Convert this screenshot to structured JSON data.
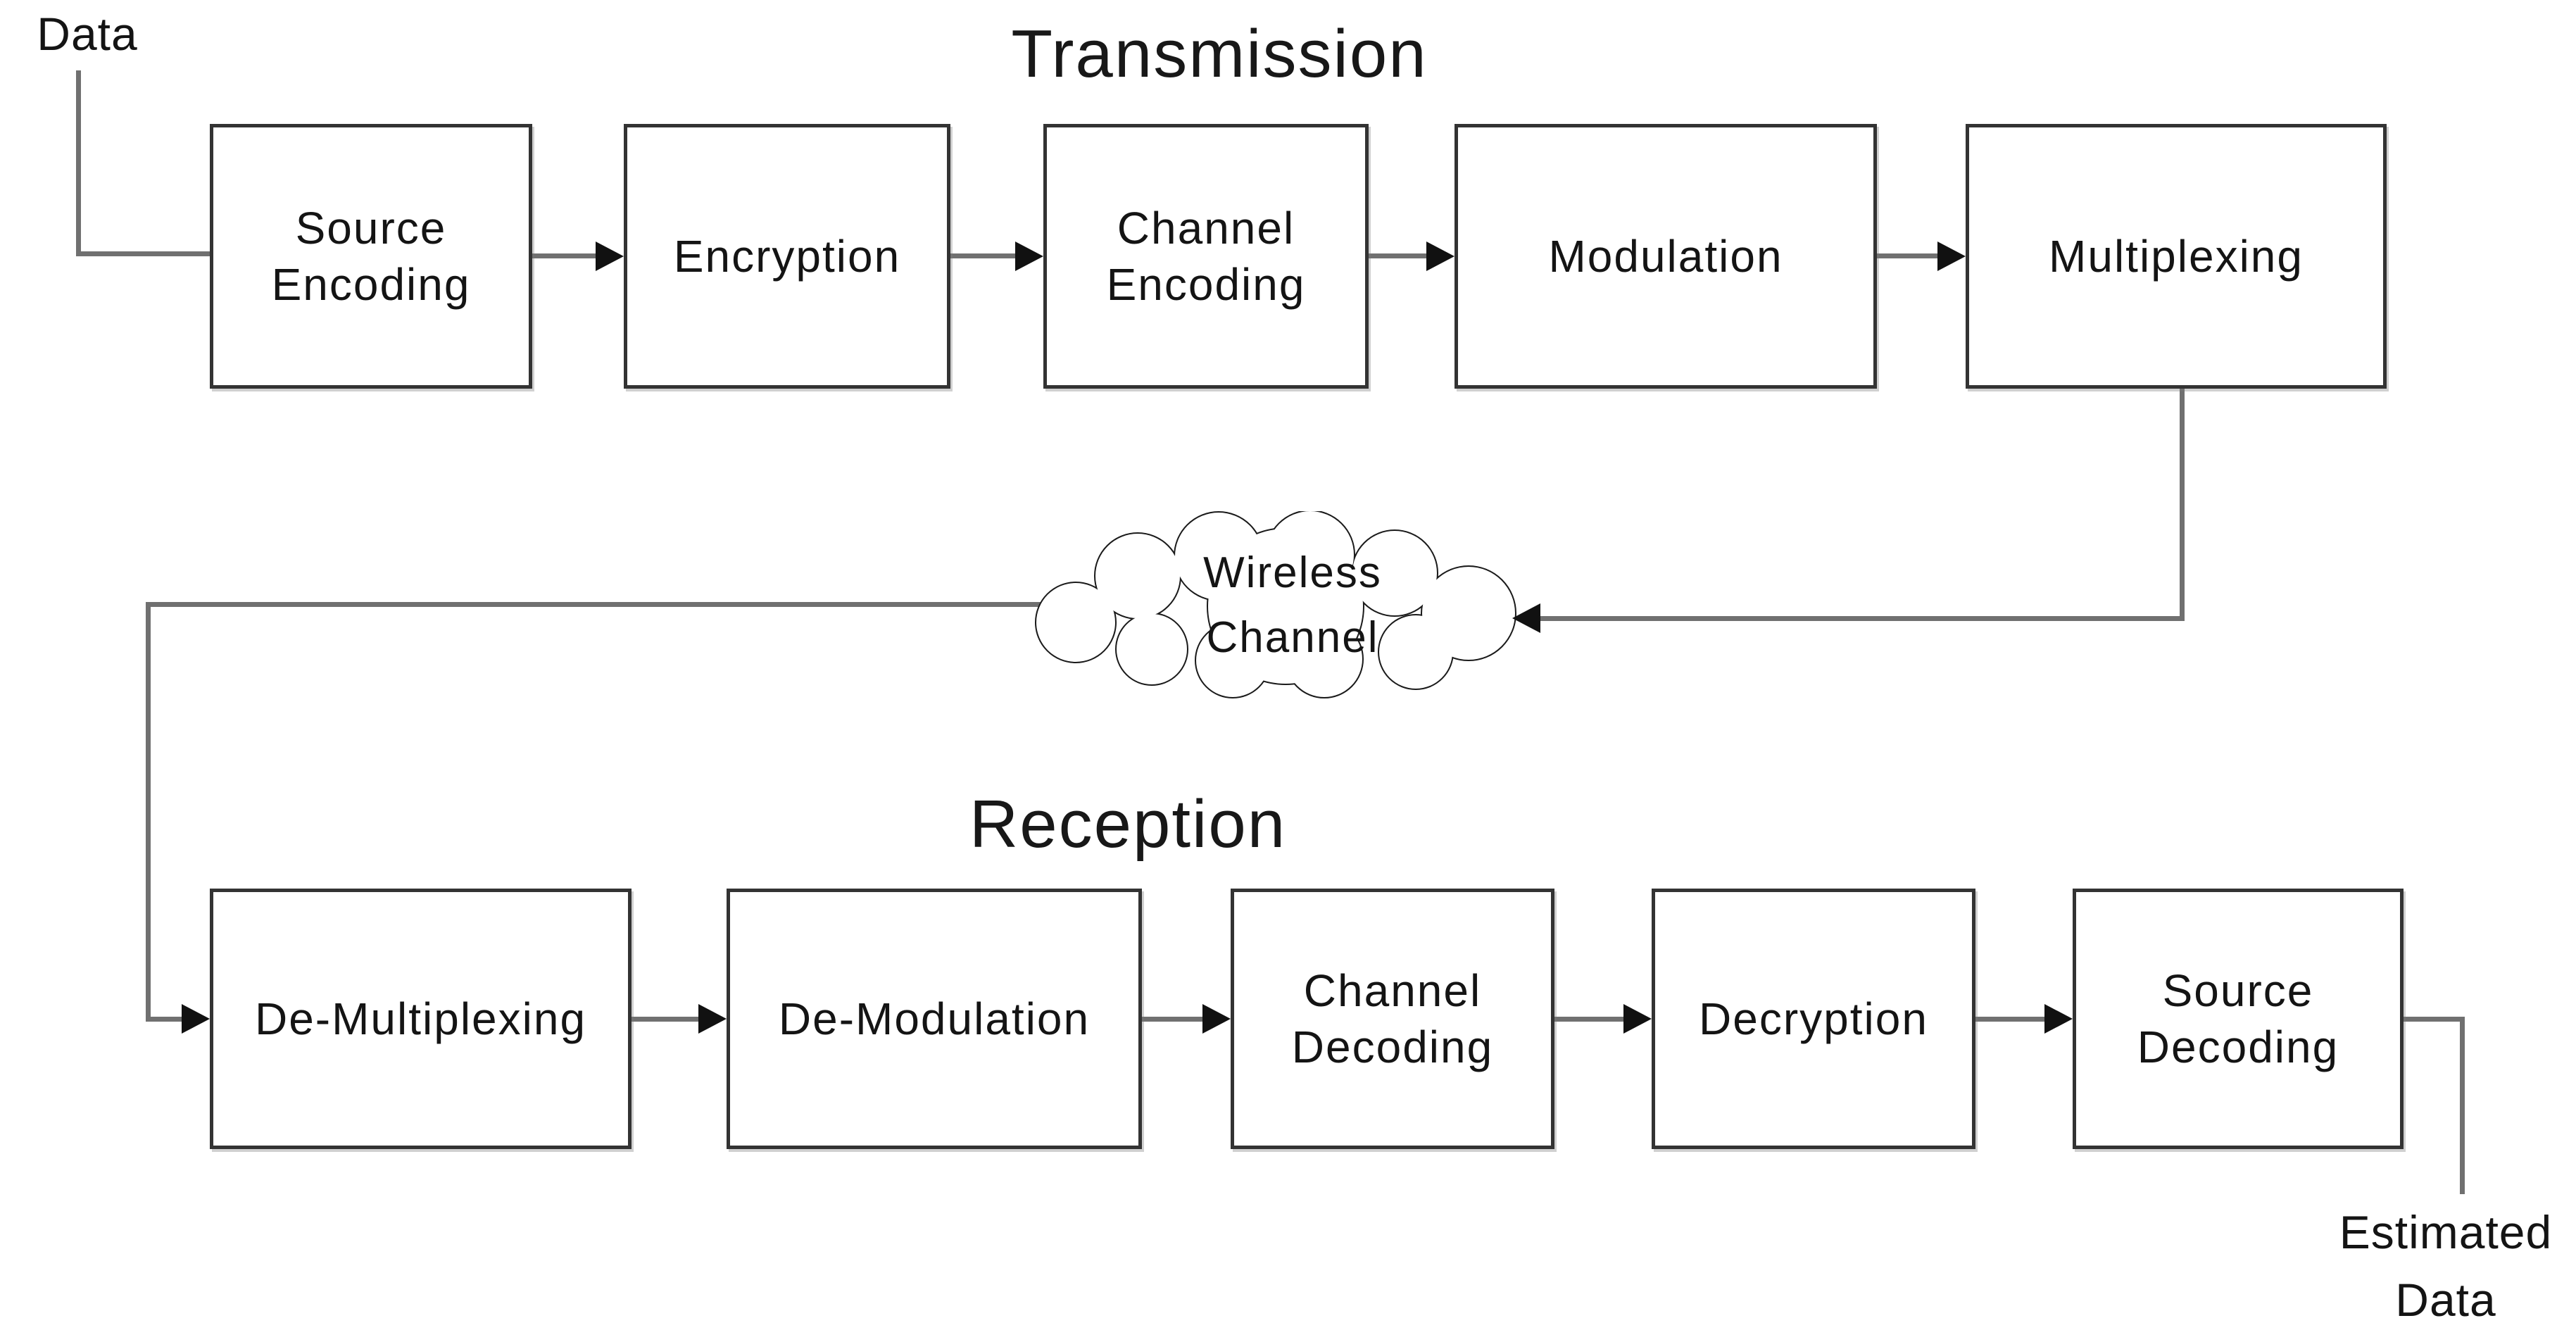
{
  "diagram": {
    "input_label": "Data",
    "output_label": "Estimated\nData",
    "transmission": {
      "title": "Transmission",
      "blocks": [
        {
          "label": "Source\nEncoding"
        },
        {
          "label": "Encryption"
        },
        {
          "label": "Channel\nEncoding"
        },
        {
          "label": "Modulation"
        },
        {
          "label": "Multiplexing"
        }
      ]
    },
    "channel": {
      "label_line1": "Wireless",
      "label_line2": "Channel"
    },
    "reception": {
      "title": "Reception",
      "blocks": [
        {
          "label": "De-Multiplexing"
        },
        {
          "label": "De-Modulation"
        },
        {
          "label": "Channel\nDecoding"
        },
        {
          "label": "Decryption"
        },
        {
          "label": "Source\nDecoding"
        }
      ]
    },
    "colors": {
      "background": "#ffffff",
      "box_border": "#333333",
      "text": "#141414",
      "line": "#707070",
      "arrowhead": "#111111"
    }
  }
}
